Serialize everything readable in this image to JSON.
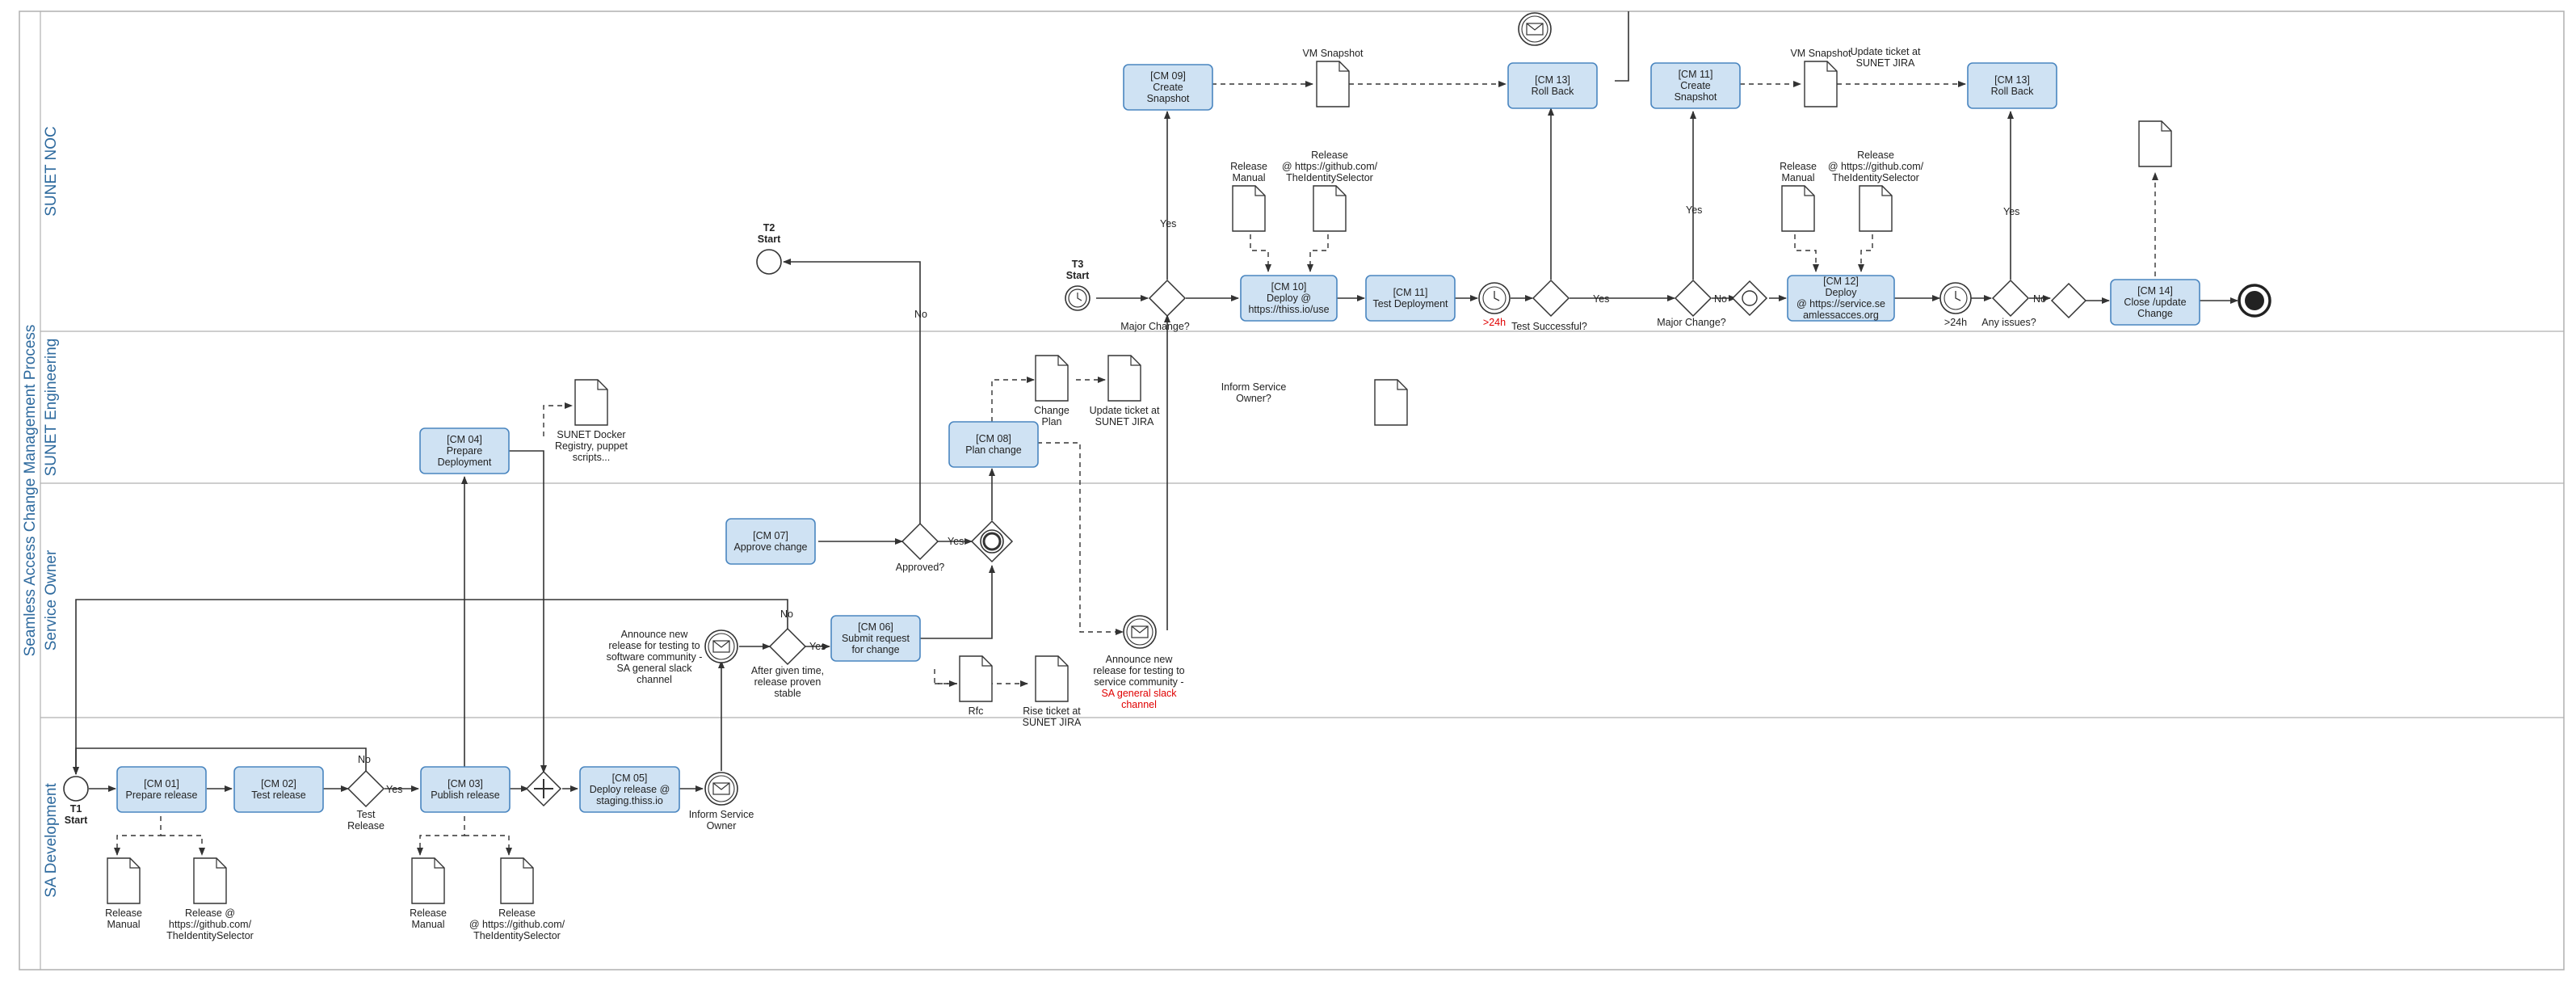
{
  "pool": {
    "title": "Seamless Access Change Management Process"
  },
  "lanes": [
    {
      "id": "noc",
      "label": "SUNET NOC"
    },
    {
      "id": "eng",
      "label": "SUNET Engineering"
    },
    {
      "id": "owner",
      "label": "Service Owner"
    },
    {
      "id": "dev",
      "label": "SA Development"
    }
  ],
  "tasks": [
    {
      "id": "cm01",
      "lines": [
        "[CM 01]",
        "Prepare release"
      ]
    },
    {
      "id": "cm02",
      "lines": [
        "[CM 02]",
        "Test release"
      ]
    },
    {
      "id": "cm03",
      "lines": [
        "[CM 03]",
        "Publish release"
      ]
    },
    {
      "id": "cm04",
      "lines": [
        "[CM 04]",
        "Prepare",
        "Deployment"
      ]
    },
    {
      "id": "cm05",
      "lines": [
        "[CM 05]",
        "Deploy release @",
        "staging.thiss.io"
      ]
    },
    {
      "id": "cm06",
      "lines": [
        "[CM 06]",
        "Submit request",
        "for change"
      ]
    },
    {
      "id": "cm07",
      "lines": [
        "[CM 07]",
        "Approve change"
      ]
    },
    {
      "id": "cm08",
      "lines": [
        "[CM 08]",
        "Plan change"
      ]
    },
    {
      "id": "cm09",
      "lines": [
        "[CM 09]",
        "Create",
        "Snapshot"
      ]
    },
    {
      "id": "cm10",
      "lines": [
        "[CM 10]",
        "Deploy @",
        "https://thiss.io/use"
      ]
    },
    {
      "id": "cm11a",
      "lines": [
        "[CM 11]",
        "Test Deployment"
      ]
    },
    {
      "id": "cm13a",
      "lines": [
        "[CM 13]",
        "Roll Back"
      ]
    },
    {
      "id": "cm11b",
      "lines": [
        "[CM 11]",
        "Create",
        "Snapshot"
      ]
    },
    {
      "id": "cm12",
      "lines": [
        "[CM 12]",
        "Deploy",
        "@ https://service.se",
        "amlessacces.org"
      ]
    },
    {
      "id": "cm13b",
      "lines": [
        "[CM 13]",
        "Roll Back"
      ]
    },
    {
      "id": "cm14",
      "lines": [
        "[CM 14]",
        "Close /update",
        "Change"
      ]
    }
  ],
  "events": [
    {
      "id": "t1",
      "lines": [
        "T1",
        "Start"
      ]
    },
    {
      "id": "t2",
      "lines": [
        "T2",
        "Start"
      ]
    },
    {
      "id": "t3",
      "lines": [
        "T3",
        "Start"
      ]
    }
  ],
  "gateways": [
    {
      "id": "g-test-release",
      "lines": [
        "Test",
        "Release"
      ]
    },
    {
      "id": "g-approved",
      "lines": [
        "Approved?"
      ]
    },
    {
      "id": "g-proven",
      "lines": [
        "After given time,",
        "release proven",
        "stable"
      ]
    },
    {
      "id": "g-major1",
      "lines": [
        "Major Change?"
      ]
    },
    {
      "id": "g-test-success",
      "lines": [
        "Test Successful?"
      ]
    },
    {
      "id": "g-major2",
      "lines": [
        "Major Change?"
      ]
    },
    {
      "id": "g-issues",
      "lines": [
        "Any issues?"
      ]
    }
  ],
  "documents": [
    {
      "id": "d-dev-manual",
      "lines": [
        "Release",
        "Manual"
      ]
    },
    {
      "id": "d-dev-github",
      "lines": [
        "Release @",
        "https://github.com/",
        "TheIdentitySelector"
      ]
    },
    {
      "id": "d-pub-manual",
      "lines": [
        "Release",
        "Manual"
      ]
    },
    {
      "id": "d-pub-github",
      "lines": [
        "Release",
        "@ https://github.com/",
        "TheIdentitySelector"
      ]
    },
    {
      "id": "d-docker",
      "lines": [
        "SUNET Docker",
        "Registry, puppet",
        "scripts..."
      ]
    },
    {
      "id": "d-rfc",
      "lines": [
        "Rfc"
      ]
    },
    {
      "id": "d-rise",
      "lines": [
        "Rise ticket at",
        "SUNET JIRA"
      ]
    },
    {
      "id": "d-change-plan",
      "lines": [
        "Change",
        "Plan"
      ]
    },
    {
      "id": "d-update-jira1",
      "lines": [
        "Update ticket at",
        "SUNET JIRA"
      ]
    },
    {
      "id": "d-eng-blank",
      "lines": []
    },
    {
      "id": "d-vm1",
      "lines": [
        "VM Snapshot"
      ]
    },
    {
      "id": "d-noc-manual1",
      "lines": [
        "Release",
        "Manual"
      ]
    },
    {
      "id": "d-noc-github1",
      "lines": [
        "Release",
        "@ https://github.com/",
        "TheIdentitySelector"
      ]
    },
    {
      "id": "d-vm2",
      "lines": [
        "VM Snapshot"
      ]
    },
    {
      "id": "d-update-jira2",
      "lines": [
        "Update ticket at",
        "SUNET JIRA"
      ]
    },
    {
      "id": "d-noc-manual2",
      "lines": [
        "Release",
        "Manual"
      ]
    },
    {
      "id": "d-noc-github2",
      "lines": [
        "Release",
        "@ https://github.com/",
        "TheIdentitySelector"
      ]
    },
    {
      "id": "d-close-doc",
      "lines": []
    }
  ],
  "annotations": {
    "inform_owner_eng": [
      "Inform Service",
      "Owner?"
    ],
    "inform_owner_dev": [
      "Inform Service",
      "Owner"
    ],
    "announce_left": [
      "Announce new",
      "release for testing to",
      "software community -",
      "SA general slack",
      "channel"
    ],
    "announce_right": [
      "Announce new",
      "release for testing to",
      "service community -"
    ],
    "announce_right_red": [
      "SA general slack",
      "channel"
    ],
    "timer1": ">24h",
    "timer2": ">24h"
  },
  "flow_labels": {
    "yes": "Yes",
    "no": "No"
  },
  "colors": {
    "task_fill": "#cfe2f3",
    "task_stroke": "#4a86c0",
    "lane_text": "#2e6a9e",
    "line": "#333333",
    "red": "#e00000"
  }
}
